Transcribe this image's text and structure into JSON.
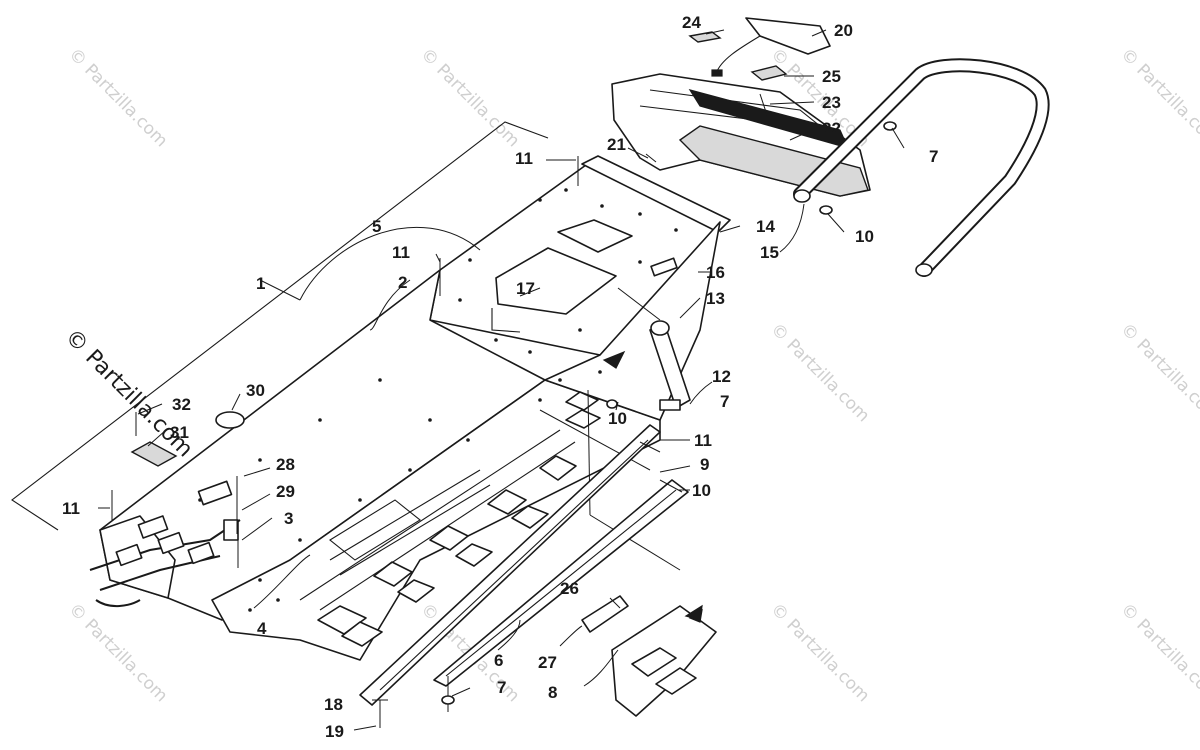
{
  "watermarks": {
    "small": "© Partzilla.com",
    "large": "© Partzilla.com"
  },
  "callouts": {
    "c1": "1",
    "c2": "2",
    "c3": "3",
    "c4": "4",
    "c5": "5",
    "c6": "6",
    "c7a": "7",
    "c7b": "7",
    "c7c": "7",
    "c8": "8",
    "c9": "9",
    "c10a": "10",
    "c10b": "10",
    "c10c": "10",
    "c11a": "11",
    "c11b": "11",
    "c11c": "11",
    "c11d": "11",
    "c12": "12",
    "c13": "13",
    "c14": "14",
    "c15": "15",
    "c16": "16",
    "c17": "17",
    "c18": "18",
    "c19": "19",
    "c20": "20",
    "c21": "21",
    "c22": "22",
    "c23": "23",
    "c24": "24",
    "c25": "25",
    "c26": "26",
    "c27": "27",
    "c28": "28",
    "c29": "29",
    "c30": "30",
    "c31": "31",
    "c32": "32"
  }
}
